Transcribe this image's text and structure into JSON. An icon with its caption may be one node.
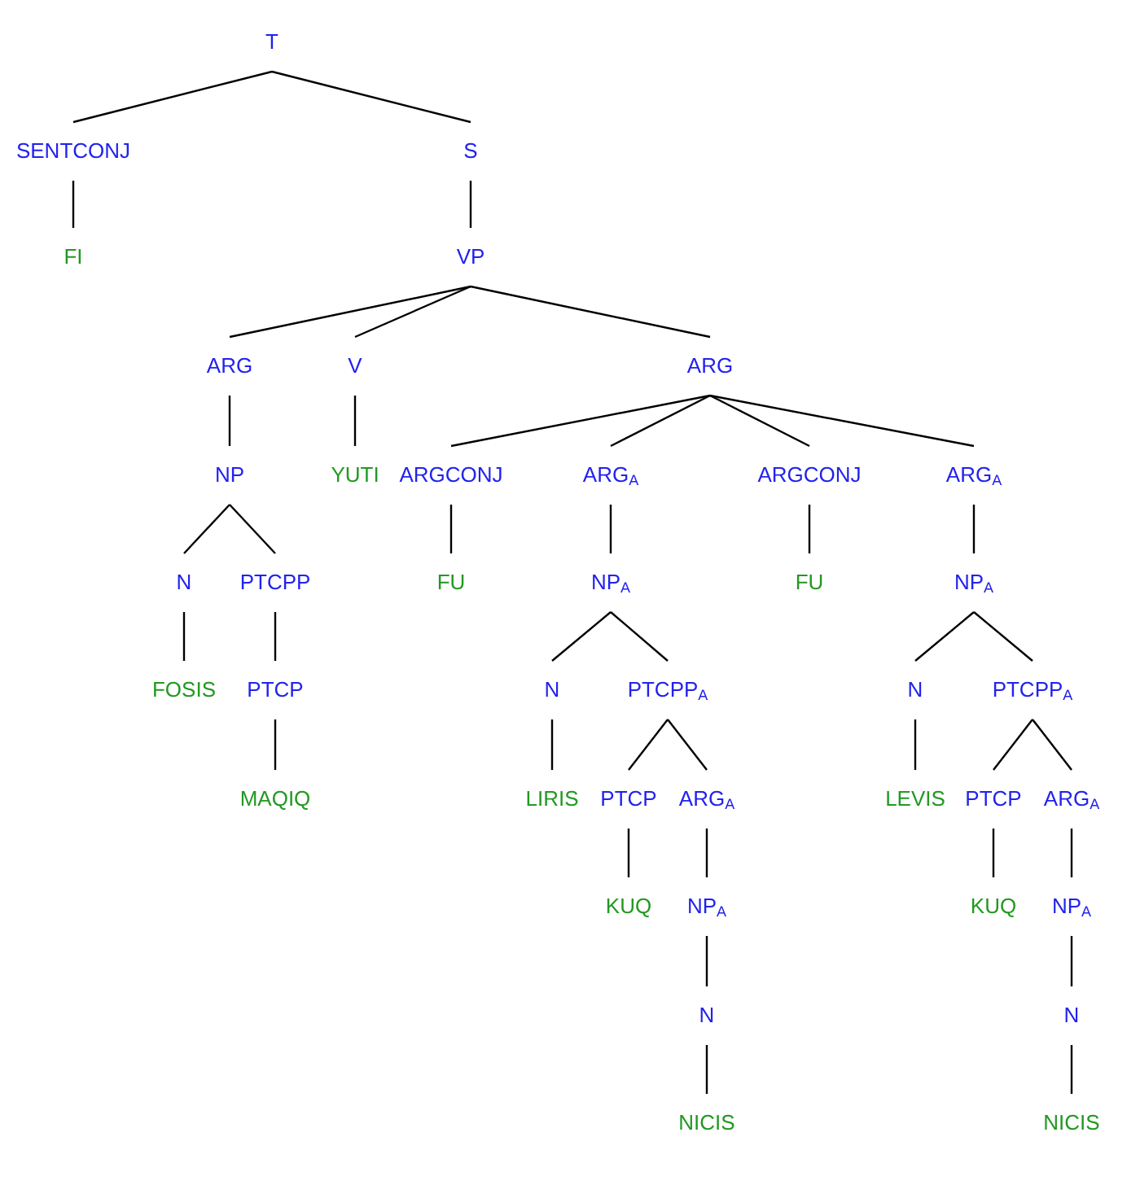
{
  "diagram": {
    "nodes": [
      {
        "text": [
          "T"
        ]
      },
      {
        "text": [
          "SENTCONJ"
        ]
      },
      {
        "text": [
          "S"
        ]
      },
      {
        "text": [
          "FI"
        ]
      },
      {
        "text": [
          "VP"
        ]
      },
      {
        "text": [
          "ARG"
        ]
      },
      {
        "text": [
          "V"
        ]
      },
      {
        "text": [
          "ARG"
        ]
      },
      {
        "text": [
          "NP"
        ]
      },
      {
        "text": [
          "YUTI"
        ]
      },
      {
        "text": [
          "ARGCONJ"
        ]
      },
      {
        "text": [
          "ARG$_{A}$"
        ]
      },
      {
        "text": [
          "ARGCONJ"
        ]
      },
      {
        "text": [
          "ARG$_{A}$"
        ]
      },
      {
        "text": [
          "N"
        ]
      },
      {
        "text": [
          "PTCPP"
        ]
      },
      {
        "text": [
          "FU"
        ]
      },
      {
        "text": [
          "NP$_{A}$"
        ]
      },
      {
        "text": [
          "FU"
        ]
      },
      {
        "text": [
          "NP$_{A}$"
        ]
      },
      {
        "text": [
          "FOSIS"
        ]
      },
      {
        "text": [
          "PTCP"
        ]
      },
      {
        "text": [
          "N"
        ]
      },
      {
        "text": [
          "PTCPP$_{A}$"
        ]
      },
      {
        "text": [
          "N"
        ]
      },
      {
        "text": [
          "PTCPP$_{A}$"
        ]
      },
      {
        "text": [
          "MAQIQ"
        ]
      },
      {
        "text": [
          "LIRIS"
        ]
      },
      {
        "text": [
          "PTCP"
        ]
      },
      {
        "text": [
          "ARG$_{A}$"
        ]
      },
      {
        "text": [
          "LEVIS"
        ]
      },
      {
        "text": [
          "PTCP"
        ]
      },
      {
        "text": [
          "ARG$_{A}$"
        ]
      },
      {
        "text": [
          "KUQ"
        ]
      },
      {
        "text": [
          "NP$_{A}$"
        ]
      },
      {
        "text": [
          "KUQ"
        ]
      },
      {
        "text": [
          "NP$_{A}$"
        ]
      },
      {
        "text": [
          "N"
        ]
      },
      {
        "text": [
          "N"
        ]
      },
      {
        "text": [
          "NICIS"
        ]
      },
      {
        "text": [
          "NICIS"
        ]
      }
    ],
    "edges": [
      {
        "from": 0,
        "to": 1,
        "arrow": "none"
      },
      {
        "from": 0,
        "to": 2,
        "arrow": "none"
      },
      {
        "from": 1,
        "to": 3,
        "arrow": "none"
      },
      {
        "from": 2,
        "to": 4,
        "arrow": "none"
      },
      {
        "from": 4,
        "to": 5,
        "arrow": "none"
      },
      {
        "from": 4,
        "to": 6,
        "arrow": "none"
      },
      {
        "from": 4,
        "to": 7,
        "arrow": "none"
      },
      {
        "from": 5,
        "to": 8,
        "arrow": "none"
      },
      {
        "from": 6,
        "to": 9,
        "arrow": "none"
      },
      {
        "from": 7,
        "to": 10,
        "arrow": "none"
      },
      {
        "from": 7,
        "to": 11,
        "arrow": "none"
      },
      {
        "from": 7,
        "to": 12,
        "arrow": "none"
      },
      {
        "from": 7,
        "to": 13,
        "arrow": "none"
      },
      {
        "from": 8,
        "to": 14,
        "arrow": "none"
      },
      {
        "from": 8,
        "to": 15,
        "arrow": "none"
      },
      {
        "from": 10,
        "to": 16,
        "arrow": "none"
      },
      {
        "from": 11,
        "to": 17,
        "arrow": "none"
      },
      {
        "from": 12,
        "to": 18,
        "arrow": "none"
      },
      {
        "from": 13,
        "to": 19,
        "arrow": "none"
      },
      {
        "from": 14,
        "to": 20,
        "arrow": "none"
      },
      {
        "from": 15,
        "to": 21,
        "arrow": "none"
      },
      {
        "from": 17,
        "to": 22,
        "arrow": "none"
      },
      {
        "from": 17,
        "to": 23,
        "arrow": "none"
      },
      {
        "from": 19,
        "to": 24,
        "arrow": "none"
      },
      {
        "from": 19,
        "to": 25,
        "arrow": "none"
      },
      {
        "from": 21,
        "to": 26,
        "arrow": "none"
      },
      {
        "from": 22,
        "to": 27,
        "arrow": "none"
      },
      {
        "from": 23,
        "to": 28,
        "arrow": "none"
      },
      {
        "from": 23,
        "to": 29,
        "arrow": "none"
      },
      {
        "from": 24,
        "to": 30,
        "arrow": "none"
      },
      {
        "from": 25,
        "to": 31,
        "arrow": "none"
      },
      {
        "from": 25,
        "to": 32,
        "arrow": "none"
      },
      {
        "from": 28,
        "to": 33,
        "arrow": "none"
      },
      {
        "from": 29,
        "to": 34,
        "arrow": "none"
      },
      {
        "from": 31,
        "to": 35,
        "arrow": "none"
      },
      {
        "from": 32,
        "to": 36,
        "arrow": "none"
      },
      {
        "from": 34,
        "to": 37,
        "arrow": "none"
      },
      {
        "from": 36,
        "to": 38,
        "arrow": "none"
      },
      {
        "from": 37,
        "to": 39,
        "arrow": "none"
      },
      {
        "from": 38,
        "to": 40,
        "arrow": "none"
      }
    ]
  }
}
